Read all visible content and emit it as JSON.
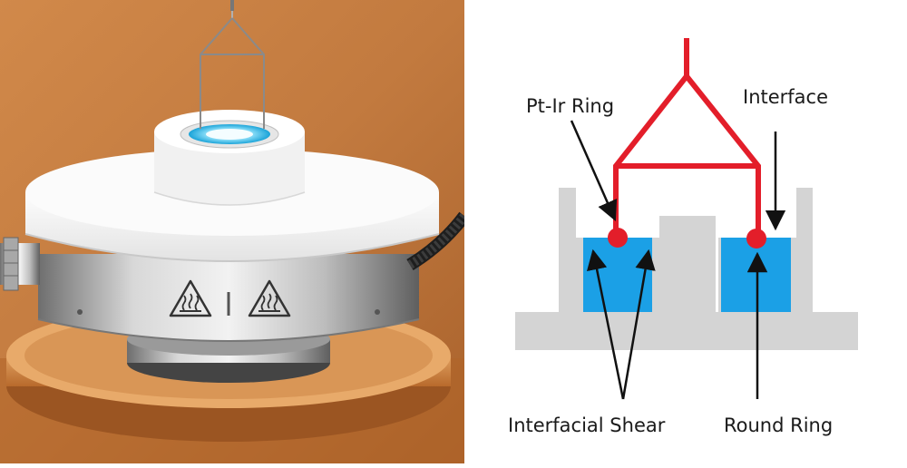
{
  "diagram": {
    "labels": {
      "pt_ir_ring": "Pt-Ir Ring",
      "interface": "Interface",
      "interfacial_shear": "Interfacial Shear",
      "round_ring": "Round Ring"
    },
    "colors": {
      "ring": "#e31e2a",
      "liquid": "#1ba0e6",
      "cell": "#d4d4d4",
      "arrow": "#111111",
      "background": "#ffffff",
      "photo_background": "#c27a3f"
    }
  },
  "photo": {
    "icons": [
      "hot-surface-warning-icon",
      "hot-surface-warning-icon"
    ]
  }
}
